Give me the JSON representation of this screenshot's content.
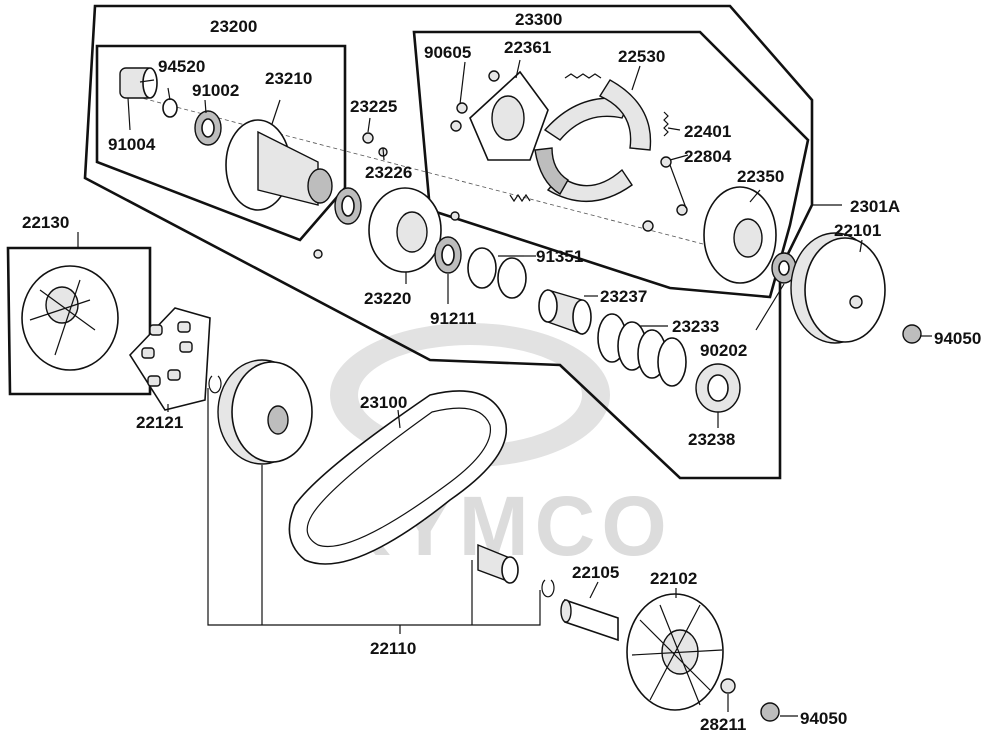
{
  "watermark": {
    "brand": "KYMCO"
  },
  "labels": {
    "l23200": "23200",
    "l94520": "94520",
    "l91002": "91002",
    "l23210": "23210",
    "l91004": "91004",
    "l23300": "23300",
    "l90605": "90605",
    "l22361": "22361",
    "l22530": "22530",
    "l23225": "23225",
    "l23226": "23226",
    "l22401": "22401",
    "l22804": "22804",
    "l22350": "22350",
    "l2301A": "2301A",
    "l22101": "22101",
    "l22130": "22130",
    "l91351": "91351",
    "l23220": "23220",
    "l91211": "91211",
    "l23237": "23237",
    "l23233": "23233",
    "l90202": "90202",
    "l94050a": "94050",
    "l22121": "22121",
    "l23100": "23100",
    "l23238": "23238",
    "l22105": "22105",
    "l22102": "22102",
    "l22110": "22110",
    "l28211": "28211",
    "l94050b": "94050"
  }
}
